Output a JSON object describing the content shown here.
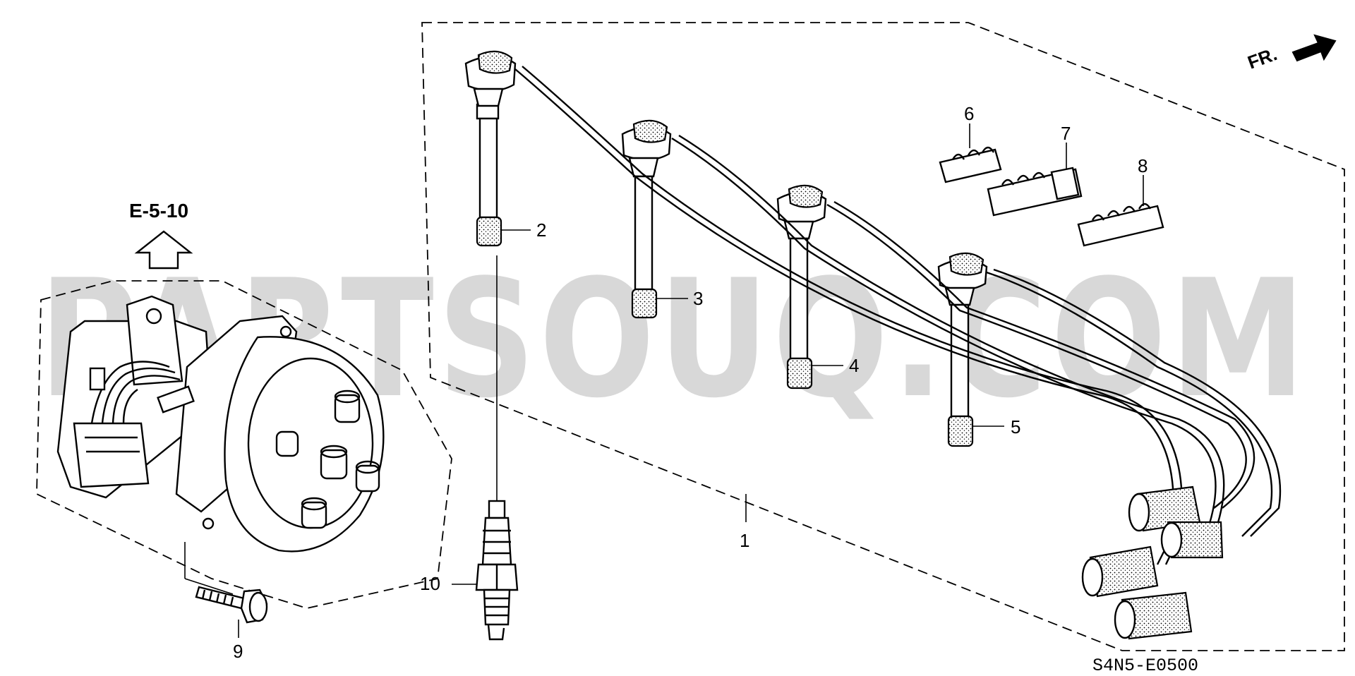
{
  "diagram": {
    "watermark": "PARTSOUQ.COM",
    "reference": "E-5-10",
    "direction": "FR.",
    "code": "S4N5-E0500",
    "callouts": {
      "c1": "1",
      "c2": "2",
      "c3": "3",
      "c4": "4",
      "c5": "5",
      "c6": "6",
      "c7": "7",
      "c8": "8",
      "c9": "9",
      "c10": "10"
    }
  }
}
